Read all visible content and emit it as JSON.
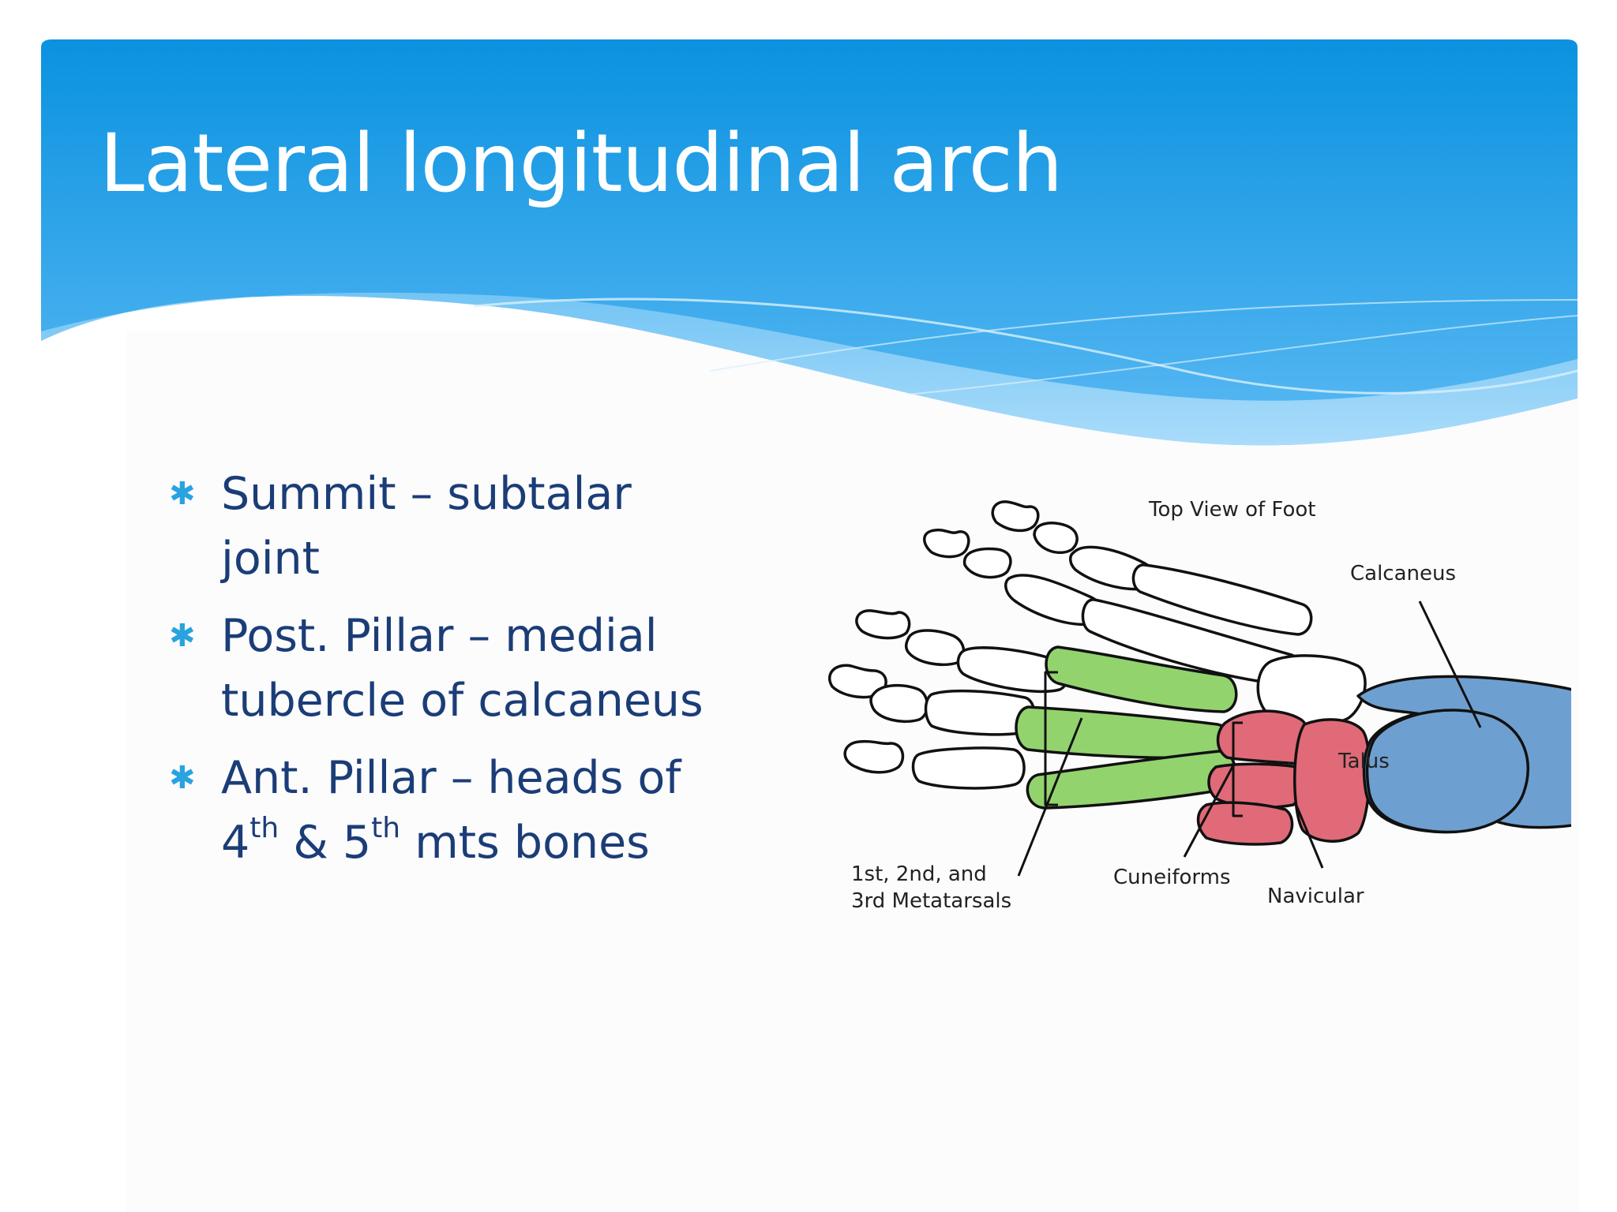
{
  "slide": {
    "title": "Lateral longitudinal arch",
    "bullets": [
      {
        "text": "Summit – subtalar joint"
      },
      {
        "text": "Post. Pillar – medial tubercle of calcaneus"
      },
      {
        "parts": [
          "Ant. Pillar – heads of 4",
          "th",
          " & 5",
          "th",
          " mts bones"
        ]
      }
    ],
    "bullet_icon": "asterisk-bullet-icon"
  },
  "figure": {
    "heading": "Top View of Foot",
    "labels": {
      "calcaneus": "Calcaneus",
      "talus": "Talus",
      "metatarsals_line1": "1st, 2nd, and",
      "metatarsals_line2": "3rd Metatarsals",
      "cuneiforms": "Cuneiforms",
      "navicular": "Navicular"
    },
    "colors": {
      "metatarsals": "#92d36e",
      "cuneiforms_navicular": "#e06a78",
      "talus_calcaneus": "#6e9fd1",
      "outline": "#111111"
    }
  },
  "theme": {
    "header_blue_top": "#0a92e0",
    "header_blue_bottom": "#49b4f2",
    "text_dark_blue": "#1b3d77",
    "bullet_blue": "#29a3e0"
  }
}
